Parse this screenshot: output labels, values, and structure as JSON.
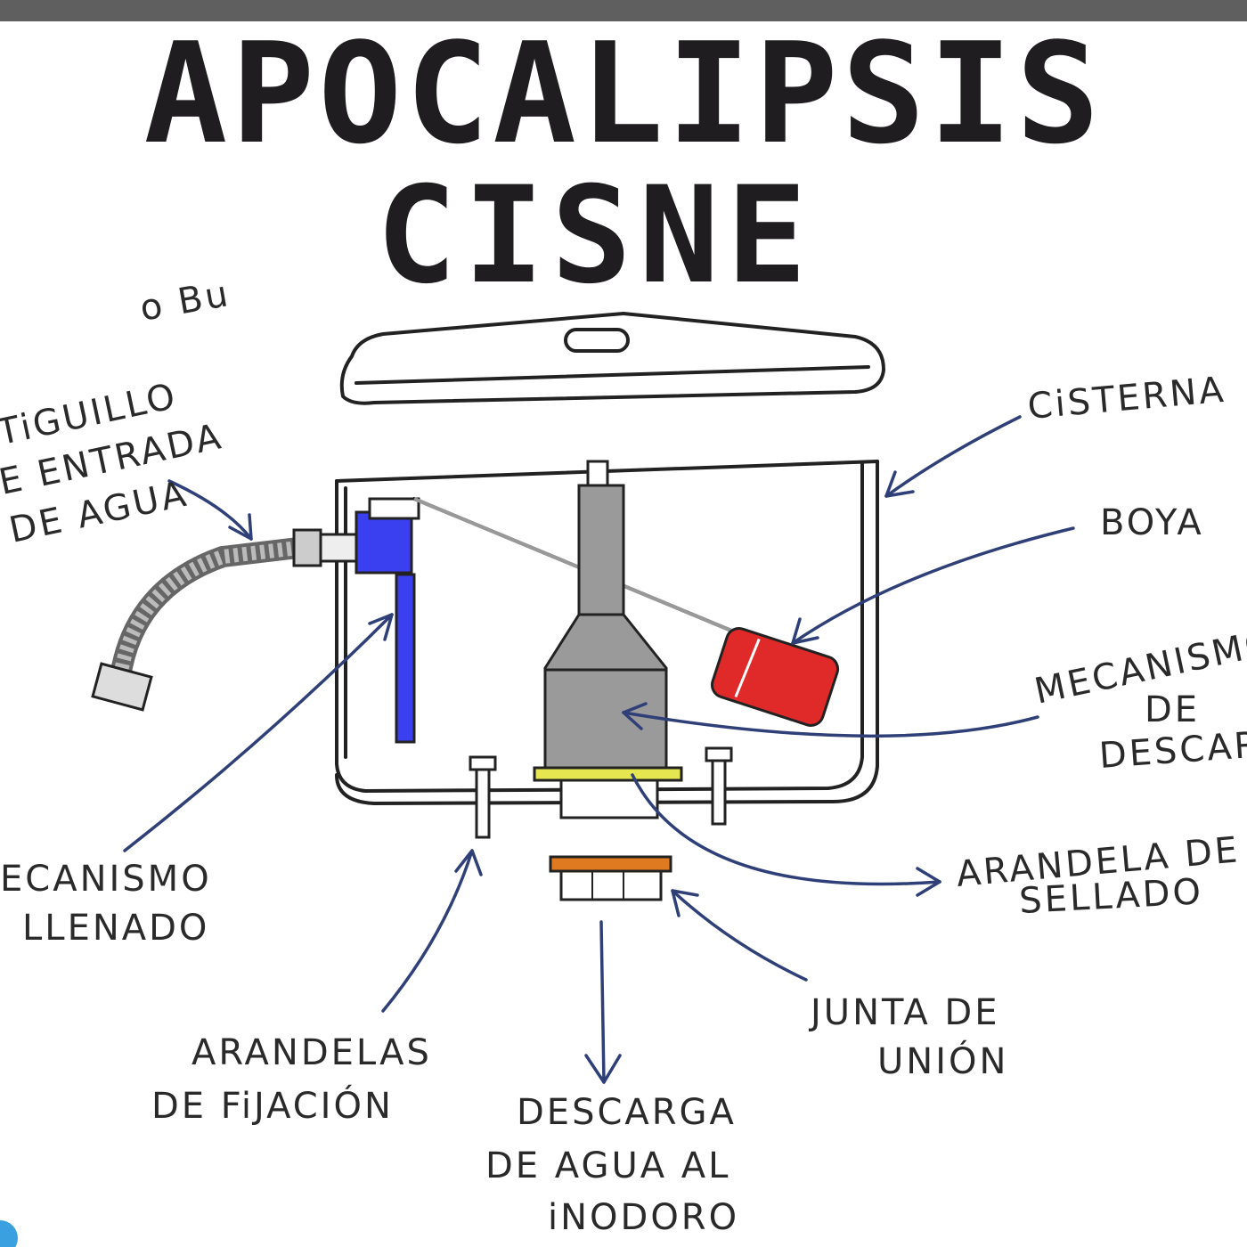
{
  "title": {
    "line1": "APOCALIPSIS",
    "line2": "CISNE"
  },
  "colors": {
    "title_text": "#1f1d1f",
    "topbar": "#5f5f5f",
    "ink": "#222222",
    "arrow": "#2f3f78",
    "fill_valve": "#3a3ff0",
    "float": "#e02a2a",
    "flush_mechanism": "#9a9a9a",
    "seal_washer": "#e6e650",
    "union_gasket": "#e07a20"
  },
  "fragment_text": "o Bu",
  "labels": {
    "cisterna": "CiSTERNA",
    "boya": "BOYA",
    "entrada": [
      "TiGUILLO",
      "E ENTRADA",
      "DE AGUA"
    ],
    "mec_descarga": [
      "MECANISMO",
      "DE",
      "DESCARGA"
    ],
    "mec_llenado": [
      "ECANISMO",
      "LLENADO"
    ],
    "arandela_sellado": [
      "ARANDELA DE",
      "SELLADO"
    ],
    "junta": [
      "JUNTA DE",
      "UNIÓN"
    ],
    "arandelas_fijacion": [
      "ARANDELAS",
      "DE FiJACIÓN"
    ],
    "descarga_agua": [
      "DESCARGA",
      "DE AGUA AL",
      "iNODORO"
    ]
  }
}
